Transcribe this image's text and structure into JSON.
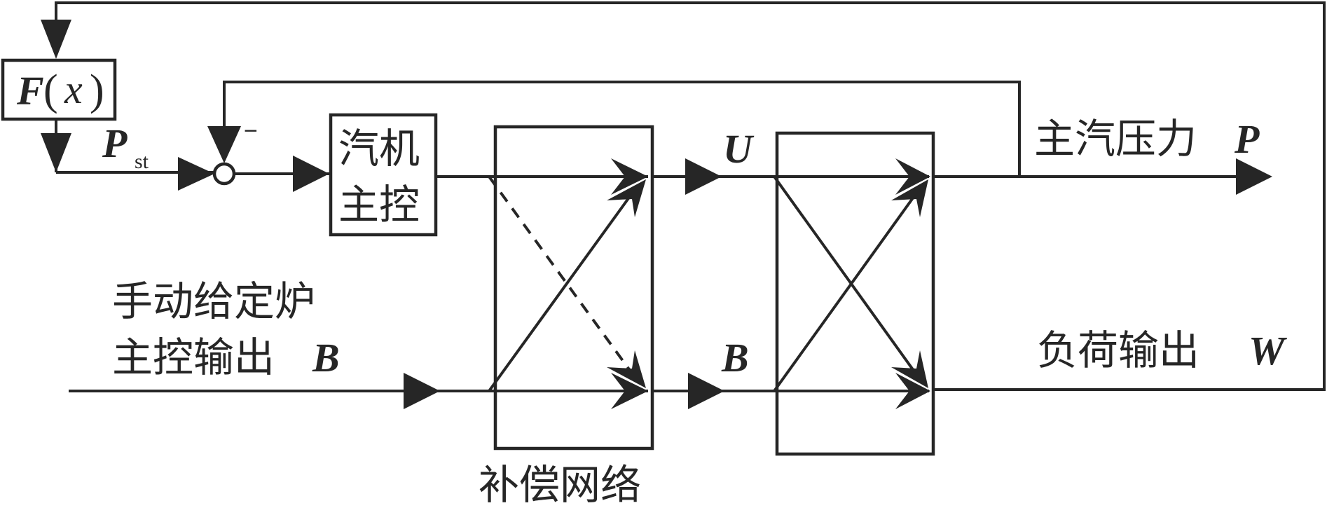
{
  "diagram": {
    "type": "block-diagram",
    "blocks": {
      "function_block": {
        "label_bold": "F",
        "label_arg": "x",
        "open_paren": "(",
        "close_paren": ")"
      },
      "turbine_master": {
        "line1": "汽机",
        "line2": "主控"
      },
      "compensation_network": {
        "caption": "补偿网络"
      },
      "plant": {
        "caption": ""
      }
    },
    "signals": {
      "setpoint": {
        "symbol": "P",
        "subscript": "st"
      },
      "feedback_sign": "−",
      "u_signal": "U",
      "b_signal": "B",
      "boiler_input": {
        "line1": "手动给定炉",
        "line2": "主控输出",
        "symbol": "B"
      },
      "main_steam_pressure": {
        "label": "主汽压力",
        "symbol": "P"
      },
      "load_output": {
        "label": "负荷输出",
        "symbol": "W"
      }
    },
    "connections": [
      {
        "from": "load_output",
        "to": "function_block",
        "kind": "outer-feedback"
      },
      {
        "from": "function_block",
        "to": "summing_junction",
        "signal": "P_st"
      },
      {
        "from": "main_steam_pressure",
        "to": "summing_junction",
        "kind": "negative-feedback"
      },
      {
        "from": "summing_junction",
        "to": "turbine_master"
      },
      {
        "from": "turbine_master",
        "to": "compensation_network"
      },
      {
        "from": "boiler_input",
        "to": "compensation_network"
      },
      {
        "from": "compensation_network",
        "to": "plant",
        "signals": [
          "U",
          "B"
        ]
      },
      {
        "from": "plant",
        "to": "main_steam_pressure"
      },
      {
        "from": "plant",
        "to": "load_output"
      }
    ],
    "compensation_paths": [
      {
        "from": "top",
        "to": "top",
        "style": "solid"
      },
      {
        "from": "bottom",
        "to": "top",
        "style": "solid"
      },
      {
        "from": "top",
        "to": "bottom",
        "style": "dashed"
      },
      {
        "from": "bottom",
        "to": "bottom",
        "style": "solid"
      }
    ],
    "plant_paths": [
      {
        "from": "top",
        "to": "top",
        "style": "solid"
      },
      {
        "from": "bottom",
        "to": "top",
        "style": "solid"
      },
      {
        "from": "top",
        "to": "bottom",
        "style": "solid"
      },
      {
        "from": "bottom",
        "to": "bottom",
        "style": "solid"
      }
    ]
  }
}
